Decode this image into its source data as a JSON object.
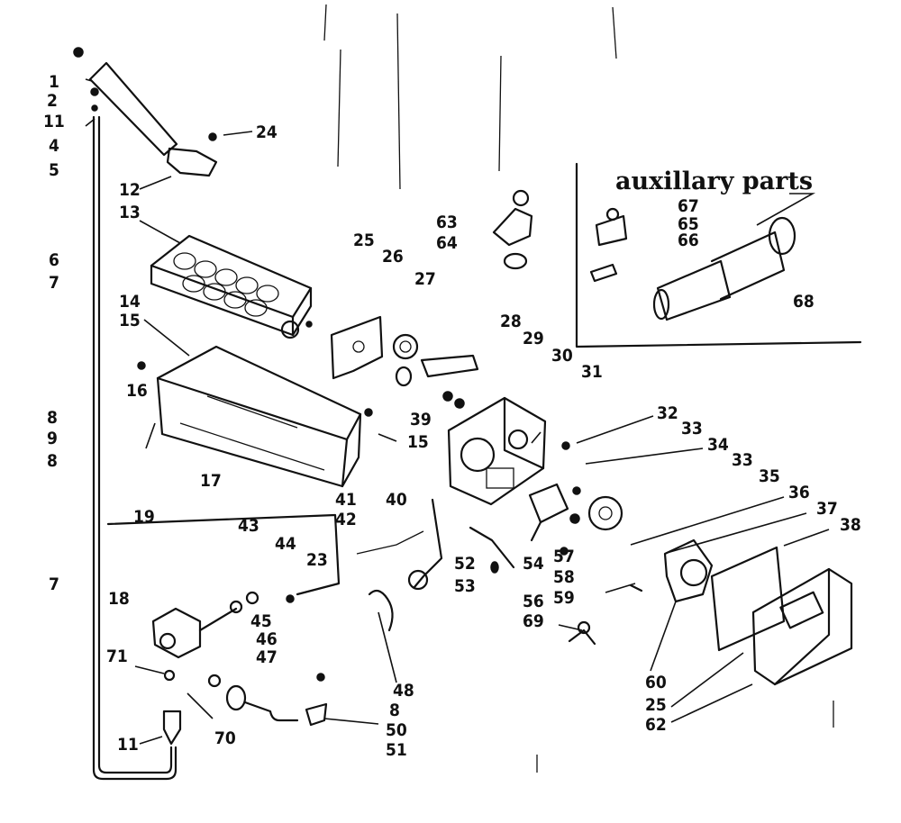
{
  "diagram": {
    "inset_title": "auxillary parts",
    "labels": [
      "1",
      "2",
      "11",
      "4",
      "5",
      "6",
      "7",
      "8",
      "9",
      "8",
      "7",
      "12",
      "13",
      "24",
      "14",
      "15",
      "16",
      "17",
      "19",
      "15",
      "25",
      "26",
      "27",
      "28",
      "29",
      "30",
      "31",
      "39",
      "63",
      "64",
      "67",
      "65",
      "66",
      "68",
      "32",
      "33",
      "34",
      "33",
      "35",
      "36",
      "37",
      "38",
      "40",
      "41",
      "42",
      "43",
      "44",
      "23",
      "18",
      "45",
      "46",
      "47",
      "71",
      "70",
      "11",
      "48",
      "8",
      "50",
      "51",
      "52",
      "53",
      "54",
      "57",
      "58",
      "59",
      "56",
      "69",
      "60",
      "25",
      "62"
    ]
  }
}
